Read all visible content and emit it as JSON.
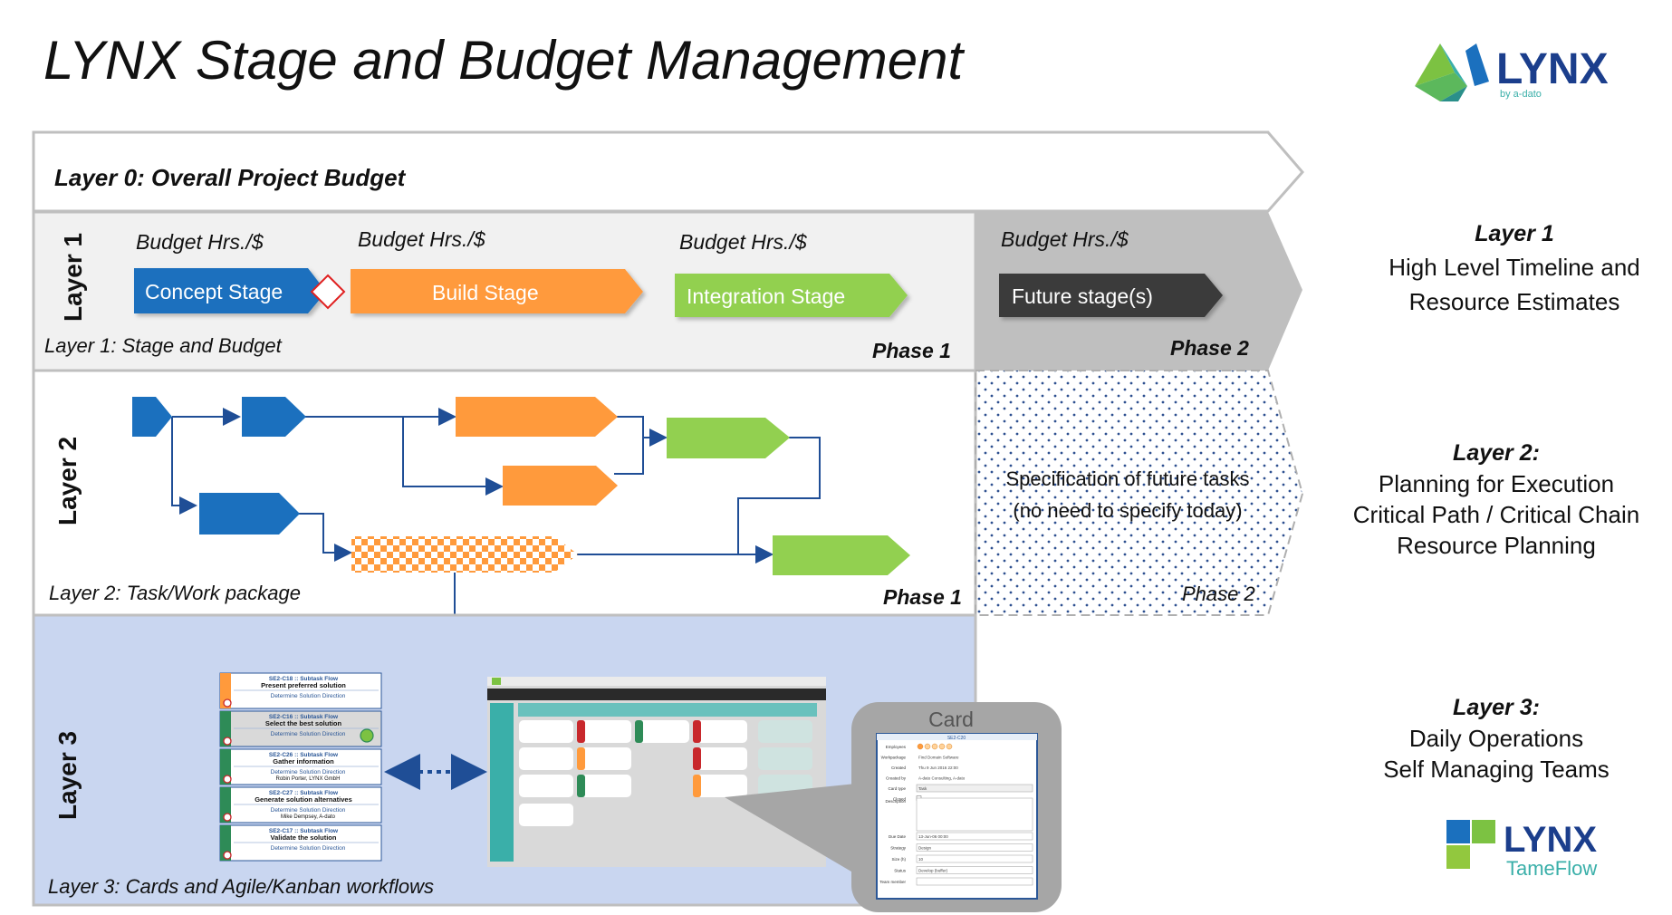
{
  "title": "LYNX Stage and Budget Management",
  "logo_top": {
    "name": "LYNX",
    "tagline": "by a-dato"
  },
  "logo_bottom": {
    "name": "LYNX",
    "tagline": "TameFlow"
  },
  "layer0": {
    "label": "Layer 0: Overall Project Budget"
  },
  "layer1": {
    "side_label": "Layer 1",
    "caption": "Layer 1: Stage and Budget",
    "budget_label": "Budget Hrs./$",
    "stages": [
      "Concept Stage",
      "Build Stage",
      "Integration Stage",
      "Future stage(s)"
    ],
    "phase1": "Phase 1",
    "phase2": "Phase 2"
  },
  "layer2": {
    "side_label": "Layer 2",
    "caption": "Layer 2: Task/Work package",
    "phase1": "Phase 1",
    "phase2": "Phase 2",
    "future_text_1": "Specification of future tasks",
    "future_text_2": "(no need to specify today)"
  },
  "layer3": {
    "side_label": "Layer 3",
    "caption": "Layer 3: Cards and Agile/Kanban workflows",
    "card_title": "Card",
    "subtasks": [
      {
        "header": "SE2-C18 :: Subtask Flow",
        "title": "Present preferred solution",
        "sub": "Determine Solution Direction",
        "person": ""
      },
      {
        "header": "SE2-C16 :: Subtask Flow",
        "title": "Select the best solution",
        "sub": "Determine Solution Direction",
        "person": ""
      },
      {
        "header": "SE2-C26 :: Subtask Flow",
        "title": "Gather information",
        "sub": "Determine Solution Direction",
        "person": "Robin Porter, LYNX GmbH"
      },
      {
        "header": "SE2-C27 :: Subtask Flow",
        "title": "Generate solution alternatives",
        "sub": "Determine Solution Direction",
        "person": "Mike Dempsey, A-dato"
      },
      {
        "header": "SE2-C17 :: Subtask Flow",
        "title": "Validate the solution",
        "sub": "Determine Solution Direction",
        "person": ""
      }
    ],
    "card_form": {
      "header": "SE2-C20",
      "fields": [
        {
          "label": "Employees",
          "value": ""
        },
        {
          "label": "Workpackage",
          "value": "Find Domain Software"
        },
        {
          "label": "Created",
          "value": "Thu 9 Jun 2016 22:00"
        },
        {
          "label": "Created by",
          "value": "A-dato Consulting, A-dato"
        },
        {
          "label": "Card type",
          "value": "Task"
        },
        {
          "label": "Closed",
          "value": ""
        },
        {
          "label": "Description",
          "value": ""
        },
        {
          "label": "Due Date",
          "value": "13-Jun-06 00:00"
        },
        {
          "label": "Strategy",
          "value": "Design"
        },
        {
          "label": "Size (h)",
          "value": "10"
        },
        {
          "label": "Status",
          "value": "Develop (buffer)"
        },
        {
          "label": "Team member",
          "value": ""
        }
      ]
    }
  },
  "right_panel": [
    {
      "heading": "Layer 1",
      "lines": [
        "High Level Timeline and",
        "Resource Estimates"
      ]
    },
    {
      "heading": "Layer 2:",
      "lines": [
        "Planning for Execution",
        "Critical Path / Critical Chain",
        "Resource Planning"
      ]
    },
    {
      "heading": "Layer 3:",
      "lines": [
        "Daily Operations",
        "Self Managing Teams"
      ]
    }
  ],
  "colors": {
    "blue": "#1B70BE",
    "orange": "#FF9A3C",
    "green": "#92D050",
    "dark": "#3A3A3A",
    "layer3_bg": "#C9D6F0",
    "layer1_bg": "#F1F1F1",
    "phase2_gray": "#BFBFBF",
    "connector": "#1F4E96",
    "teal": "#3AAFA9",
    "red": "#C8282C"
  }
}
